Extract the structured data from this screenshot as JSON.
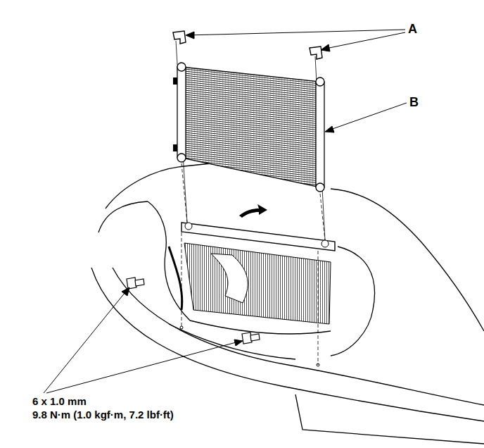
{
  "diagram": {
    "labels": [
      "A",
      "B",
      "6 x 1.0 mm",
      "9.8 N·m (1.0 kgf·m, 7.2 lbf·ft)"
    ]
  }
}
